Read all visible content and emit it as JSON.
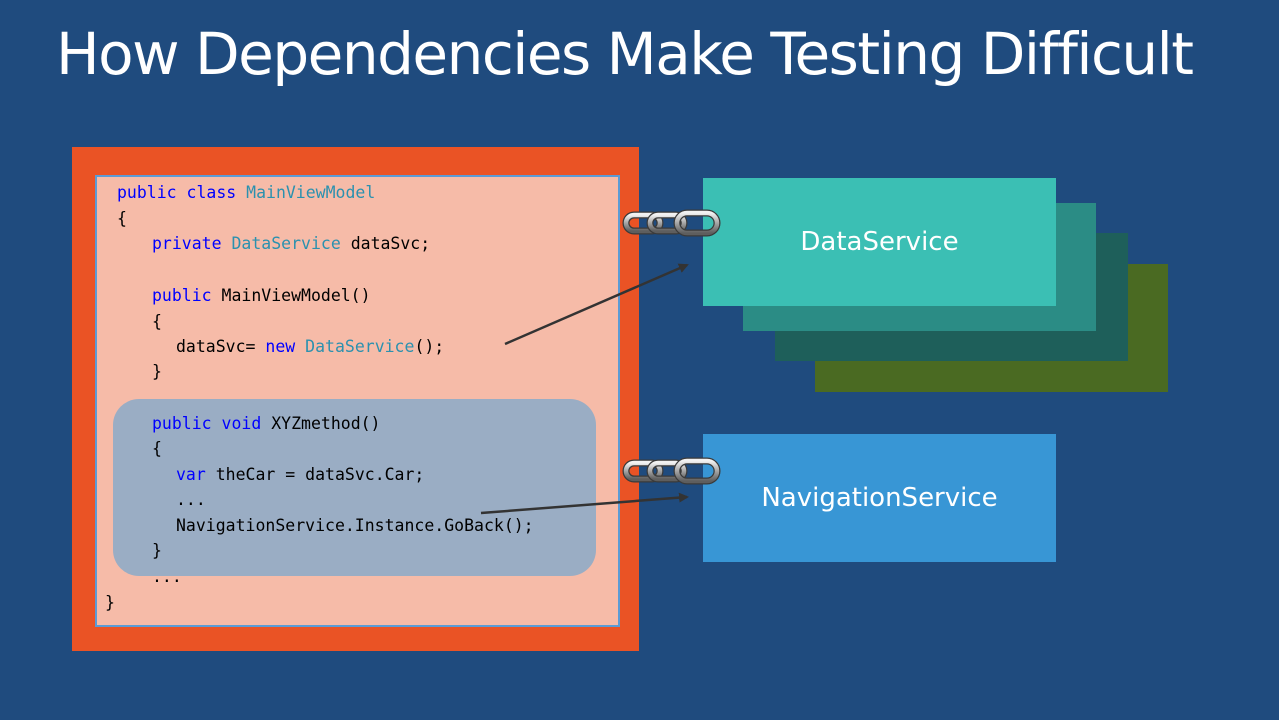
{
  "title": "How Dependencies Make Testing Difficult",
  "code": {
    "l1a": "public class ",
    "l1b": "MainViewModel",
    "l2": "{",
    "l3a": "private ",
    "l3b": "DataService",
    "l3c": " dataSvc;",
    "l4a": "public ",
    "l4b": "MainViewModel()",
    "l5": "{",
    "l6a": "dataSvc= ",
    "l6b": "new ",
    "l6c": "DataService",
    "l6d": "();",
    "l7": "}",
    "l8a": "public void ",
    "l8b": "XYZmethod()",
    "l9": "{",
    "l10a": "var ",
    "l10b": "theCar = dataSvc.Car;",
    "l11": "...",
    "l12": "NavigationService.Instance.GoBack();",
    "l13": "}",
    "l14": "...",
    "l15": "}"
  },
  "services": {
    "data": "DataService",
    "navigation": "NavigationService"
  },
  "colors": {
    "background": "#1f4b7e",
    "outer_box": "#ea5325",
    "code_panel": "#f6bba8",
    "keyword": "#0000ff",
    "type": "#2b91af",
    "data_service": "#3bbfb4",
    "navigation_service": "#3896d5"
  },
  "icons": [
    "chain-link-icon",
    "chain-link-icon"
  ]
}
